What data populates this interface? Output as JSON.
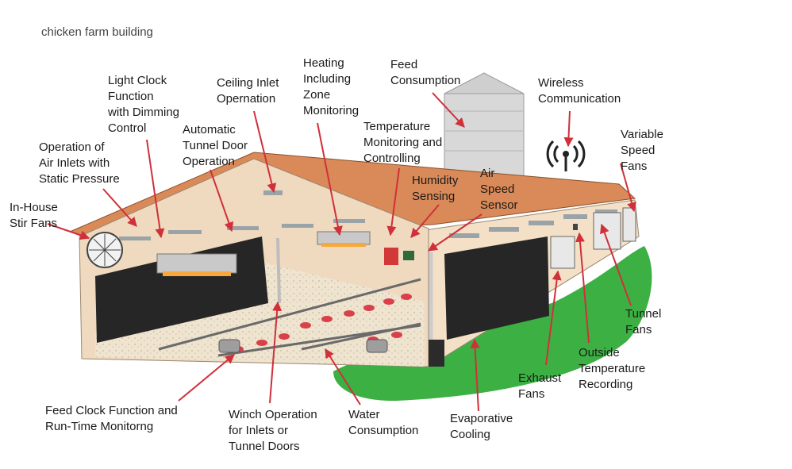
{
  "title": "chicken farm building",
  "colors": {
    "roof": "#d98a58",
    "wall": "#efd9bf",
    "pad": "#262626",
    "grass": "#3cb043",
    "arrow": "#d0303a",
    "silo": "#d8d8d8"
  },
  "labels": {
    "light_clock": "Light Clock\nFunction\nwith Dimming\nControl",
    "ceiling_inlet": "Ceiling Inlet\nOpernation",
    "heating": "Heating\nIncluding\nZone\nMonitoring",
    "feed_consumption": "Feed\nConsumption",
    "wireless": "Wireless\nCommunication",
    "automatic_tunnel_door": "Automatic\nTunnel Door\nOperation",
    "temperature": "Temperature\nMonitoring and\nControlling",
    "air_inlets": "Operation of\nAir Inlets with\nStatic Pressure",
    "humidity": "Humidity\nSensing",
    "air_speed": "Air\nSpeed\nSensor",
    "variable_speed_fans": "Variable\nSpeed\nFans",
    "stir_fans": "In-House\nStir Fans",
    "tunnel_fans": "Tunnel\nFans",
    "outside_temperature": "Outside\nTemperature\nRecording",
    "exhaust_fans": "Exhaust\nFans",
    "feed_clock": "Feed Clock Function and\nRun-Time Monitorng",
    "winch": "Winch Operation\nfor Inlets or\nTunnel Doors",
    "water": "Water\nConsumption",
    "evaporative": "Evaporative\nCooling"
  }
}
